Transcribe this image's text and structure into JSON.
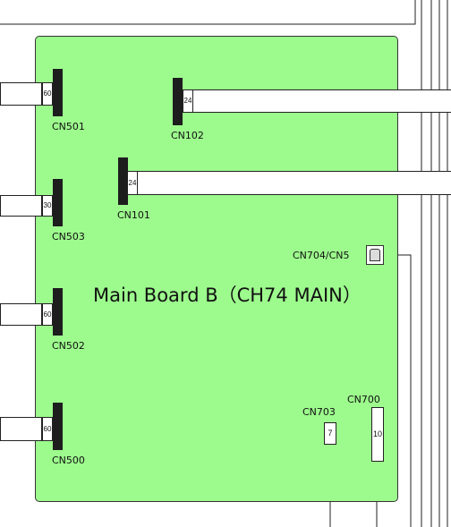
{
  "board": {
    "title": "Main Board B（CH74 MAIN）",
    "fill": "#9dfb8d"
  },
  "connectors": {
    "cn501": {
      "label": "CN501",
      "pins": "60"
    },
    "cn102": {
      "label": "CN102",
      "pins": "24"
    },
    "cn101": {
      "label": "CN101",
      "pins": "24"
    },
    "cn503": {
      "label": "CN503",
      "pins": "30"
    },
    "cn502": {
      "label": "CN502",
      "pins": "60"
    },
    "cn500": {
      "label": "CN500",
      "pins": "60"
    },
    "cn704": {
      "label": "CN704/CN5",
      "icon": "usb-port-icon"
    },
    "cn703": {
      "label": "CN703",
      "pins": "7"
    },
    "cn700": {
      "label": "CN700",
      "pins": "10"
    }
  }
}
